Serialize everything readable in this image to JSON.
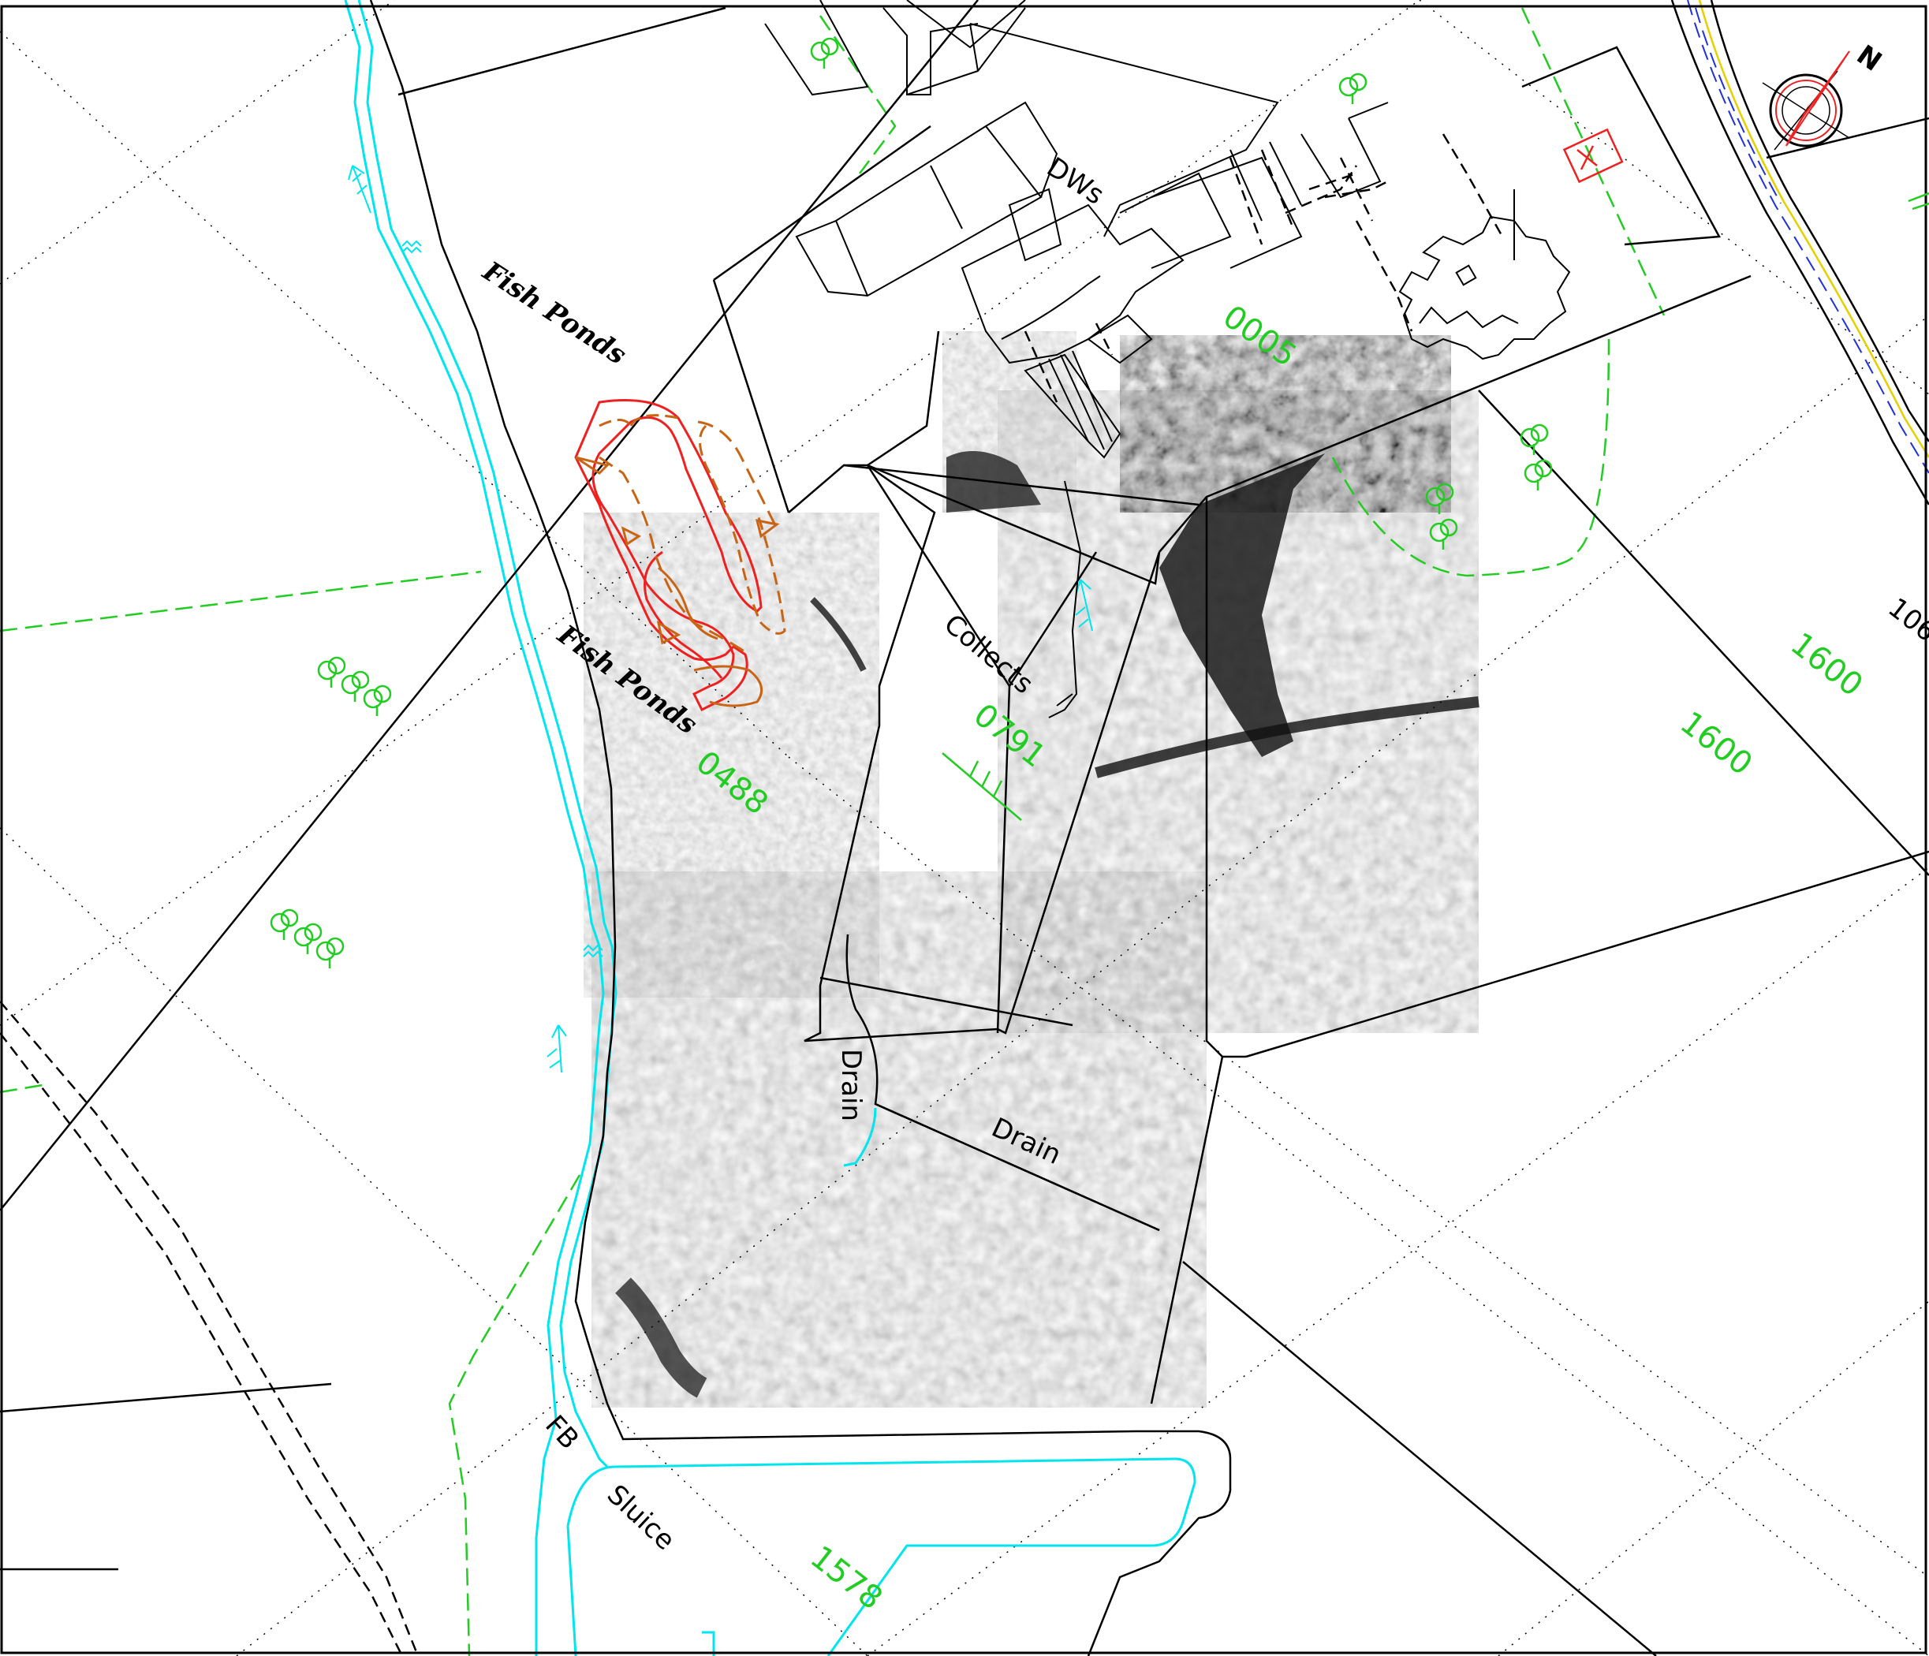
{
  "labels": {
    "fish_ponds_upper": "Fish Ponds",
    "fish_ponds_lower": "Fish Ponds",
    "dws": "DWs",
    "collects": "Collects",
    "drain_vertical": "Drain",
    "drain_diagonal": "Drain",
    "fb": "FB",
    "sluice": "Sluice"
  },
  "parcels": {
    "p0005": "0005",
    "p0488": "0488",
    "p0791": "0791",
    "p1600a": "1600",
    "p1600b": "1600",
    "p1578": "1578"
  },
  "edge_number": "106",
  "north_arrow_letter": "N",
  "colors": {
    "ink": "#000000",
    "water": "#00e5ee",
    "field_boundary": "#22cc22",
    "feature_red": "#ee2020",
    "feature_orange": "#c86414",
    "road_yellow": "#e6d000",
    "road_blue": "#2030dd"
  }
}
